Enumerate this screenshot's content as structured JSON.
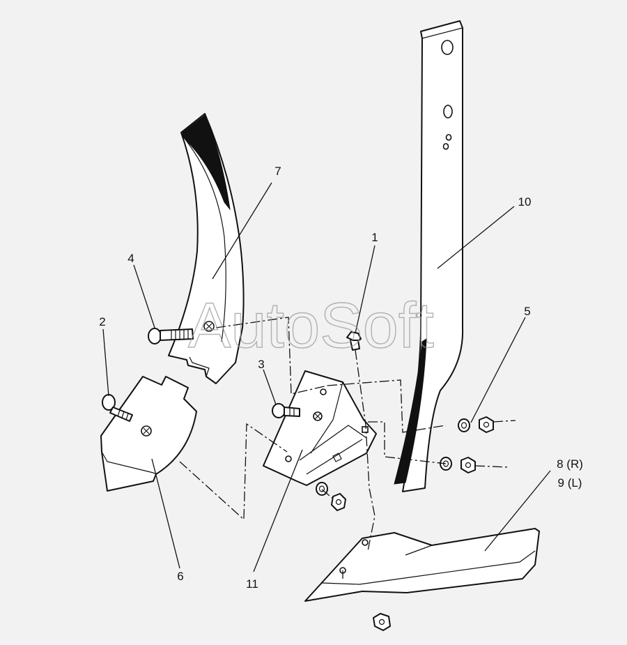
{
  "callouts": {
    "c1": "1",
    "c2": "2",
    "c3": "3",
    "c4": "4",
    "c5": "5",
    "c6": "6",
    "c7": "7",
    "c8": "8 (R)",
    "c9": "9 (L)",
    "c10": "10",
    "c11": "11"
  },
  "watermark": "AutoSoft"
}
